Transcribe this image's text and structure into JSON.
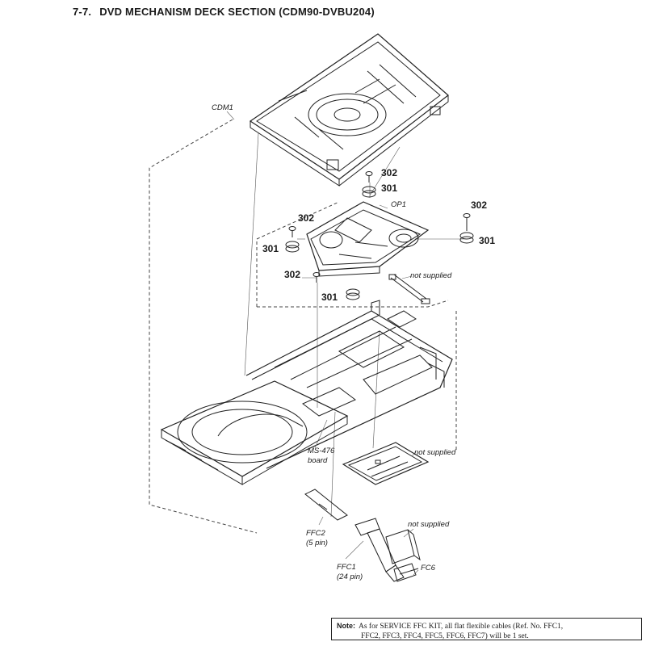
{
  "header": {
    "section_number": "7-7.",
    "section_title": "DVD MECHANISM DECK SECTION (CDM90-DVBU204)"
  },
  "parts": {
    "cdm1": "CDM1",
    "op1": "OP1",
    "ms476_line1": "MS-476",
    "ms476_line2": "board",
    "ffc2_line1": "FFC2",
    "ffc2_line2": "(5 pin)",
    "ffc1_line1": "FFC1",
    "ffc1_line2": "(24 pin)",
    "fc6": "FC6",
    "ref_302": "302",
    "ref_301": "301",
    "not_supplied": "not supplied"
  },
  "note": {
    "label": "Note:",
    "line1": "As for SERVICE FFC KIT, all flat flexible cables (Ref. No. FFC1,",
    "line2": "FFC2, FFC3, FFC4, FFC5, FFC6, FFC7) will be 1 set."
  }
}
